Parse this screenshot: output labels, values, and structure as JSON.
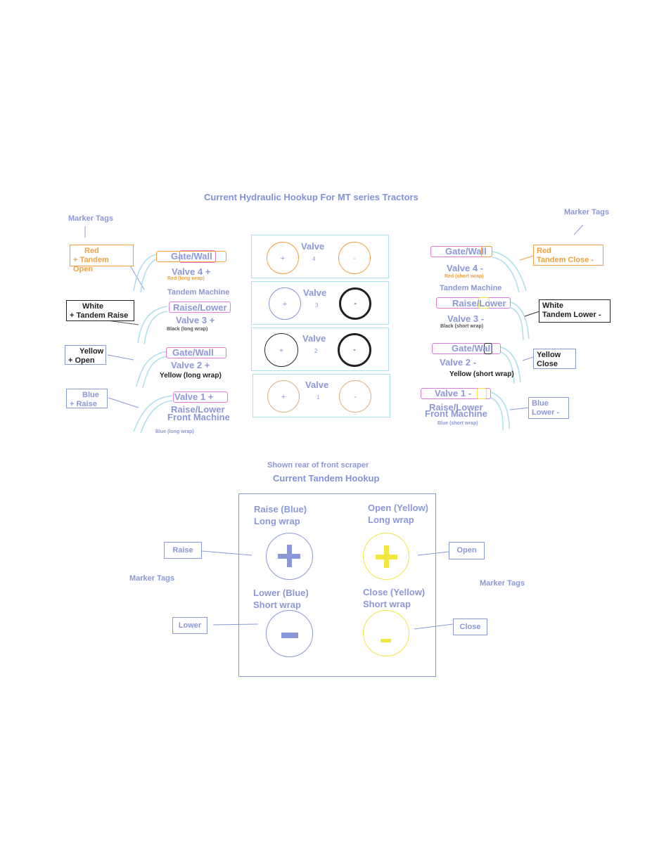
{
  "title": "Current Hydraulic Hookup For MT series Tractors",
  "marker_tags_left": "Marker Tags",
  "marker_tags_right": "Marker Tags",
  "center": {
    "valve_word": "Valve",
    "panels": [
      {
        "number": "4",
        "plus": "+",
        "minus": "-"
      },
      {
        "number": "3",
        "plus": "+",
        "minus": "-"
      },
      {
        "number": "2",
        "plus": "+",
        "minus": "-"
      },
      {
        "number": "1",
        "plus": "+",
        "minus": "-"
      }
    ]
  },
  "left": {
    "tandem_machine": "Tandem Machine",
    "tags": [
      {
        "line1": "Red",
        "line2": "+  Tandem Open"
      },
      {
        "line1": "White",
        "line2": "+  Tandem Raise"
      },
      {
        "line1": "Yellow",
        "line2": "+  Open"
      },
      {
        "line1": "Blue",
        "line2": "+  Raise"
      }
    ],
    "hoses": [
      {
        "connector": "Gate/Wall",
        "valve": "Valve 4 +",
        "wrap": "Red (long wrap)"
      },
      {
        "connector": "Raise/Lower",
        "valve": "Valve 3 +",
        "wrap": "Black (long wrap)"
      },
      {
        "connector": "Gate/Wall",
        "valve": "Valve 2 +",
        "wrap": "Yellow (long wrap)"
      },
      {
        "connector": "Valve 1 +",
        "valve": "Raise/Lower",
        "extra": "Front Machine",
        "wrap": "Blue (long wrap)"
      }
    ]
  },
  "right": {
    "tandem_machine": "Tandem Machine",
    "tags": [
      {
        "line1": "Red",
        "line2": "Tandem Close   -"
      },
      {
        "line1": "White",
        "line2": "Tandem Lower   -"
      },
      {
        "line1": "Yellow",
        "line2": "Close"
      },
      {
        "line1": "Blue",
        "line2": "Lower   -"
      }
    ],
    "hoses": [
      {
        "connector": "Gate/Wall",
        "valve": "Valve 4 -",
        "wrap": "Red (short wrap)"
      },
      {
        "connector": "Raise/Lower",
        "valve": "Valve 3 -",
        "wrap": "Black (short wrap)"
      },
      {
        "connector": "Gate/Wall",
        "valve": "Valve 2 -",
        "wrap": "Yellow (short wrap)"
      },
      {
        "connector": "Valve 1 -",
        "valve": "Raise/Lower",
        "extra": "Front Machine",
        "wrap": "Blue (short wrap)"
      }
    ]
  },
  "tandem": {
    "note": "Shown rear of front scraper",
    "title": "Current Tandem Hookup",
    "raise_label_1": "Raise (Blue)",
    "raise_label_2": "Long wrap",
    "open_label_1": "Open (Yellow)",
    "open_label_2": "Long wrap",
    "lower_label_1": "Lower (Blue)",
    "lower_label_2": "Short wrap",
    "close_label_1": "Close (Yellow)",
    "close_label_2": "Short wrap",
    "tag_raise": "Raise",
    "tag_open": "Open",
    "tag_lower": "Lower",
    "tag_close": "Close",
    "marker_left": "Marker Tags",
    "marker_right": "Marker Tags"
  },
  "colors": {
    "blue": "#8b98d8",
    "pink": "#e17cd6",
    "orange": "#f0a040",
    "yellow": "#f2e640",
    "cyan": "#a9e0ec"
  }
}
